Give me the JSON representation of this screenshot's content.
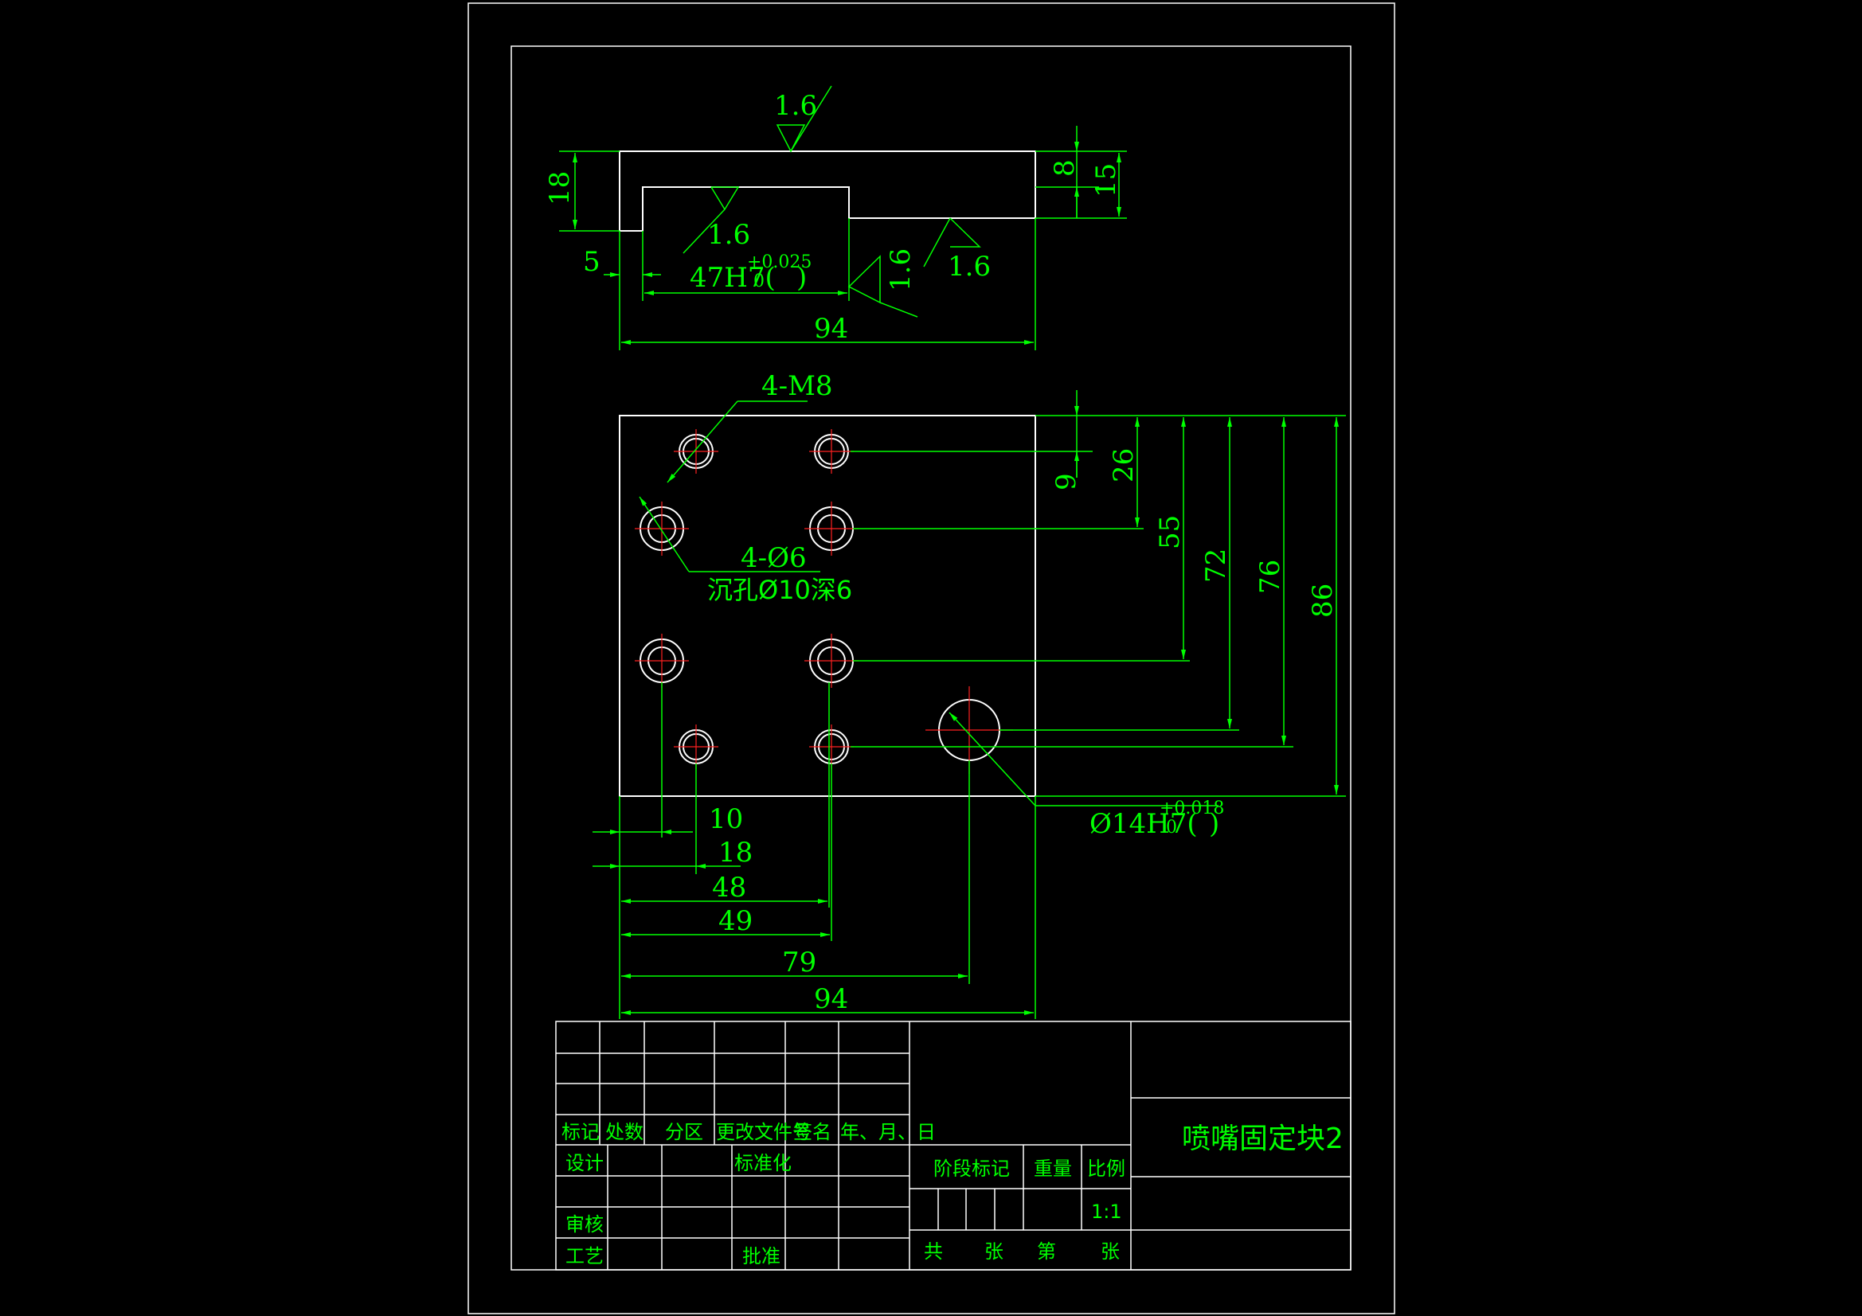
{
  "colors": {
    "background": "#000000",
    "geometry": "#ffffff",
    "dimension": "#00ff00",
    "centerline": "#ff2020"
  },
  "side_view": {
    "roughness_top": "1.6",
    "roughness_slot": "1.6",
    "roughness_right": "1.6",
    "roughness_inner": "1.6",
    "dim_height": "18",
    "dim_8": "8",
    "dim_15": "15",
    "dim_5": "5",
    "slot_fit_base": "47H7(",
    "slot_fit_upper": "+0.025",
    "slot_fit_lower": "0",
    "slot_fit_close": ")",
    "dim_width": "94"
  },
  "plan_view": {
    "thread_label": "4-M8",
    "counterbore_label": "4-Ø6",
    "counterbore_note": "沉孔Ø10深6",
    "bore_fit_base": "Ø14H7(",
    "bore_fit_upper": "+0.018",
    "bore_fit_lower": "0",
    "bore_fit_close": ")",
    "dim_v": [
      "9",
      "26",
      "55",
      "72",
      "76",
      "86"
    ],
    "dim_h": [
      "10",
      "18",
      "48",
      "49",
      "79",
      "94"
    ]
  },
  "title_block": {
    "part_name": "喷嘴固定块2",
    "rev_headers": [
      "标记",
      "处数",
      "分区",
      "更改文件号",
      "签名",
      "年、月、日"
    ],
    "design": "设计",
    "standardization": "标准化",
    "review": "审核",
    "process": "工艺",
    "approve": "批准",
    "stage_mark": "阶段标记",
    "weight": "重量",
    "scale_label": "比例",
    "scale_value": "1:1",
    "total_label": "共",
    "sheets_label": "张",
    "sheet_no_label": "第",
    "sheet_label": "张"
  }
}
